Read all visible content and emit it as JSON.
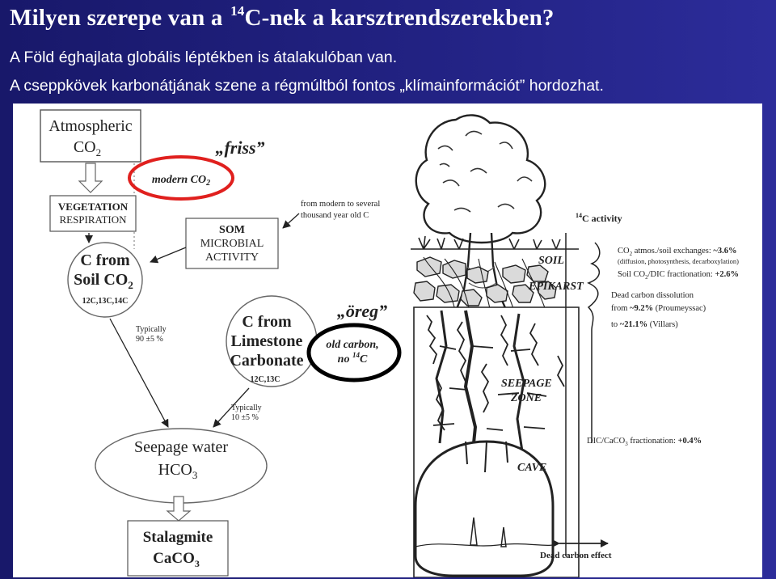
{
  "slide": {
    "title_prefix": "Milyen szerepe van a ",
    "title_sup": "14",
    "title_suffix": "C-nek a karsztrendszerekben?",
    "subtitle_1": "A Föld éghajlata globális léptékben is átalakulóban van.",
    "subtitle_2": "A cseppkövek karbonátjának szene a régmúltból fontos „klímainformációt” hordozhat."
  },
  "diagram": {
    "atmospheric": "Atmospheric",
    "atm_co2": "CO",
    "atm_co2_sub": "2",
    "modern": "modern CO",
    "modern_sub": "2",
    "friss": "„friss”",
    "vegetation": "VEGETATION",
    "respiration": "RESPIRATION",
    "from_modern_1": "from modern to several",
    "from_modern_2": "thousand year old C",
    "som_1": "SOM",
    "som_2": "MICROBIAL",
    "som_3": "ACTIVITY",
    "c_from": "C from",
    "soil_co2": "Soil CO",
    "soil_co2_sub": "2",
    "isotopes_soil": "12C,13C,14C",
    "typically_1": "Typically",
    "typically_1_val": "90 ±5 %",
    "c_from_lime_1": "C from",
    "c_from_lime_2": "Limestone",
    "c_from_lime_3": "Carbonate",
    "isotopes_lime": "12C,13C",
    "typically_2": "Typically",
    "typically_2_val": "10 ±5 %",
    "oreg": "„öreg”",
    "old_carbon_1": "old carbon,",
    "old_carbon_2": "no ",
    "old_carbon_sup": "14",
    "old_carbon_3": "C",
    "seepage_water": "Seepage water",
    "hco3": "HCO",
    "hco3_sub": "3",
    "stalagmite": "Stalagmite",
    "caco3": "CaCO",
    "caco3_sub": "3",
    "c14_sup": "14",
    "c14_activity": "C activity",
    "soil_label": "SOIL",
    "epikarst_label": "EPIKARST",
    "seepage_label_1": "SEEPAGE",
    "seepage_label_2": "ZONE",
    "cave_label": "CAVE",
    "ann_1a": "CO",
    "ann_1b": " atmos./soil exchanges: ",
    "ann_1val": "~3.6%",
    "ann_1c": "(diffusion, photosynthesis, decarboxylation)",
    "ann_2a": "Soil CO",
    "ann_2b": "/DIC fractionation: ",
    "ann_2val": "+2.6%",
    "ann_3": "Dead carbon dissolution",
    "ann_4a": "from ",
    "ann_4val": "~9.2%",
    "ann_4b": " (Proumeyssac)",
    "ann_5a": "to ",
    "ann_5val": "~21.1%",
    "ann_5b": " (Villars)",
    "ann_6a": "DIC/CaCO",
    "ann_6b": " fractionation: ",
    "ann_6val": "+0.4%",
    "dead_carbon": "Dead carbon effect"
  }
}
